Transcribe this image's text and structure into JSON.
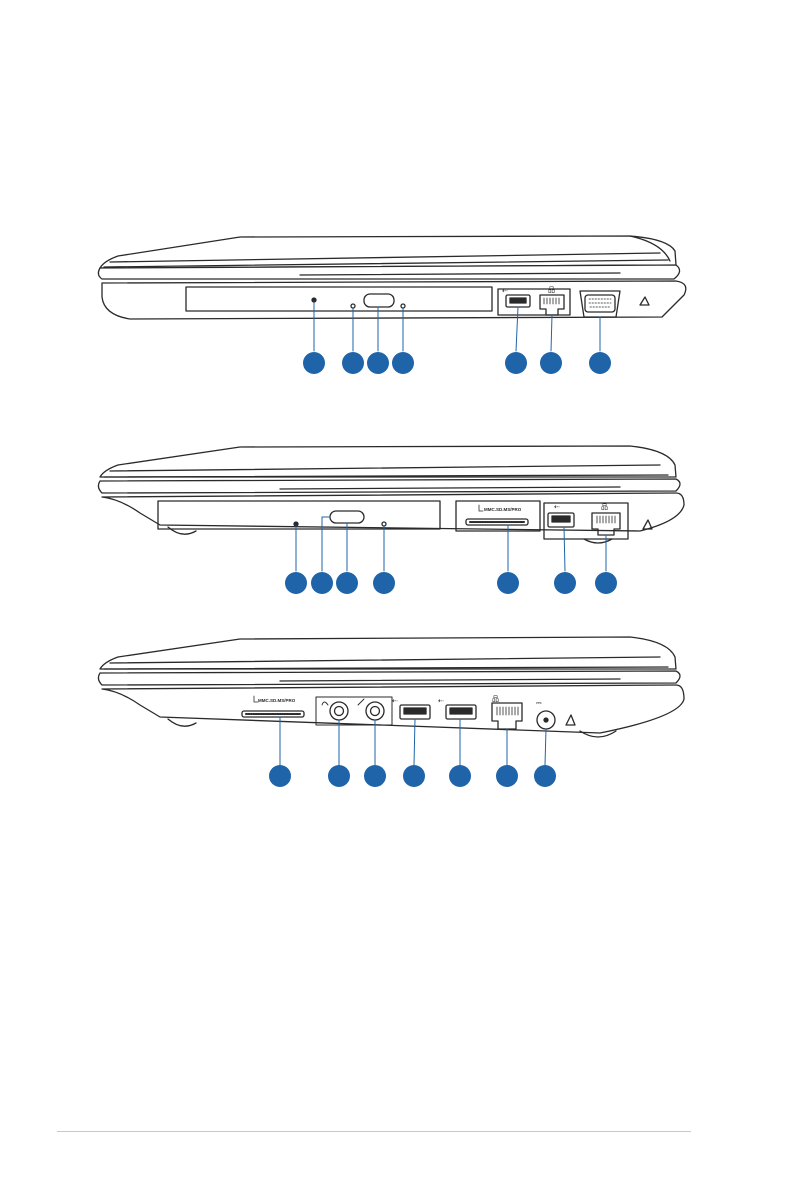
{
  "figures": [
    {
      "name": "laptop-right-side-model-a",
      "port_labels": {
        "usb": "",
        "lan": "",
        "vga": ""
      },
      "callouts": [
        {
          "name": "optical-drive-callout"
        },
        {
          "name": "emergency-eject-callout"
        },
        {
          "name": "eject-button-callout"
        },
        {
          "name": "drive-activity-indicator-callout"
        },
        {
          "name": "usb-port-callout"
        },
        {
          "name": "lan-port-callout"
        },
        {
          "name": "display-output-callout"
        }
      ]
    },
    {
      "name": "laptop-right-side-model-b",
      "port_labels": {
        "card_reader": "MMC.SD.MS/PRO"
      },
      "callouts": [
        {
          "name": "drive-activity-indicator-callout"
        },
        {
          "name": "emergency-eject-callout"
        },
        {
          "name": "eject-button-callout"
        },
        {
          "name": "emergency-eject-hole-callout"
        },
        {
          "name": "card-reader-callout"
        },
        {
          "name": "usb-port-callout"
        },
        {
          "name": "lan-port-callout"
        }
      ]
    },
    {
      "name": "laptop-right-side-model-c",
      "port_labels": {
        "card_reader": "MMC.SD.MS/PRO",
        "power": ""
      },
      "callouts": [
        {
          "name": "card-reader-callout"
        },
        {
          "name": "headphone-jack-callout"
        },
        {
          "name": "microphone-jack-callout"
        },
        {
          "name": "usb-port-1-callout"
        },
        {
          "name": "usb-port-2-callout"
        },
        {
          "name": "lan-port-callout"
        },
        {
          "name": "power-input-callout"
        }
      ]
    }
  ],
  "colors": {
    "callout": "#1f64a8",
    "outline": "#2a2a2a",
    "fill": "#ffffff"
  }
}
